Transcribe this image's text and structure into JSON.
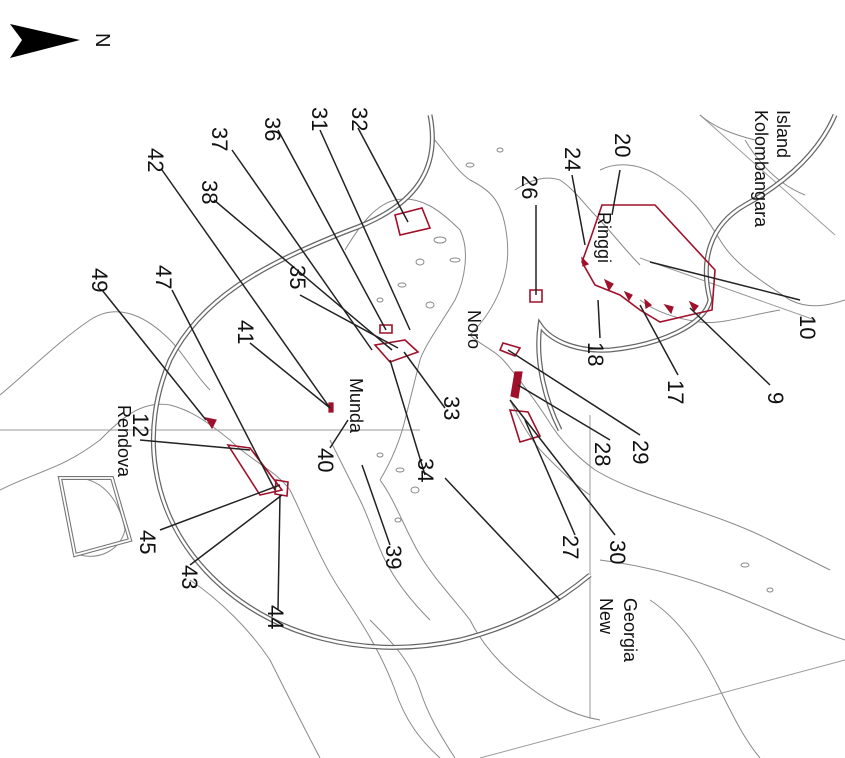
{
  "north_arrow": {
    "label": "N"
  },
  "places": {
    "kolombangara": "Kolombangara\nIsland",
    "ringgi": "Ringgi",
    "noro": "Noro",
    "munda": "Munda",
    "rendova": "Rendova",
    "new_georgia": "New\nGeorgia"
  },
  "site_numbers": [
    "10",
    "9",
    "17",
    "18",
    "20",
    "24",
    "26",
    "29",
    "28",
    "30",
    "27",
    "32",
    "31",
    "36",
    "37",
    "42",
    "38",
    "35",
    "33",
    "34",
    "41",
    "40",
    "39",
    "49",
    "47",
    "12",
    "45",
    "43",
    "44"
  ],
  "colors": {
    "site": "#a0102a",
    "ring": "#666666",
    "coast": "#8a8a8a",
    "text": "#111111"
  }
}
